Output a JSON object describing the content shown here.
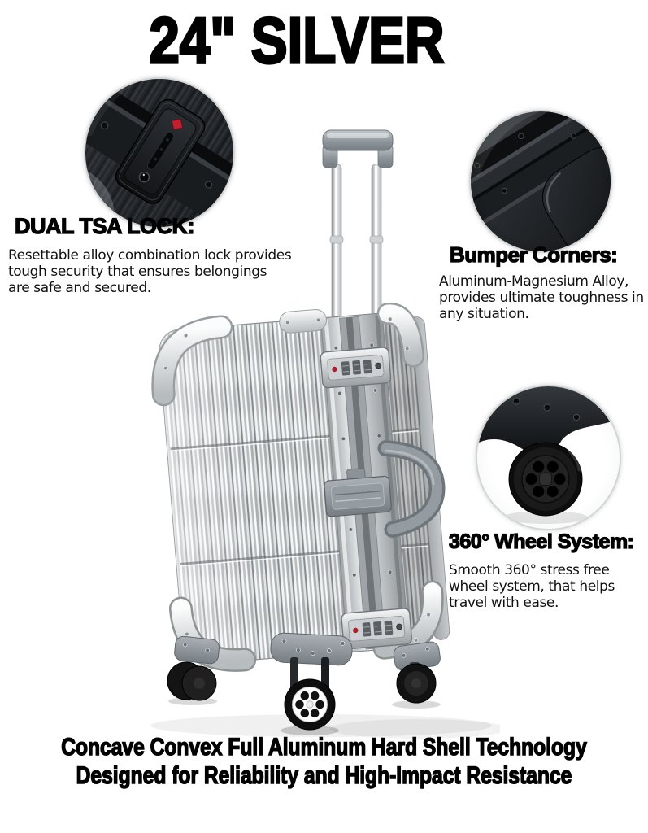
{
  "title": "24\" SILVER",
  "features": {
    "tsa_lock": {
      "heading": "DUAL TSA LOCK:",
      "lines": [
        "Resettable alloy combination lock provides",
        "tough security that ensures belongings",
        "are safe and secured."
      ]
    },
    "bumper": {
      "heading": "Bumper Corners:",
      "lines": [
        "Aluminum-Magnesium Alloy,",
        "provides ultimate toughness in",
        "any situation."
      ]
    },
    "wheel": {
      "heading": "360° Wheel System:",
      "lines": [
        "Smooth 360° stress free",
        "wheel system, that helps",
        "travel with ease."
      ]
    }
  },
  "footer": {
    "line1": "Concave Convex Full Aluminum Hard Shell Technology",
    "line2": "Designed for Reliability and High-Impact Resistance"
  },
  "colors": {
    "background": "#ffffff",
    "text": "#000000",
    "silver_highlight": "#f4f5f6",
    "silver_mid": "#c8ccce",
    "metal_gray": "#8b9298",
    "tsa_red": "#b5202c",
    "photo_dark": "#1a1d20"
  }
}
